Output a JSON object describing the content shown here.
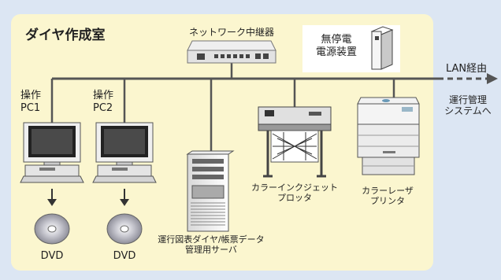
{
  "room": {
    "title": "ダイヤ作成室"
  },
  "hub": {
    "label": "ネットワーク中継器"
  },
  "ups": {
    "label_line1": "無停電",
    "label_line2": "電源装置"
  },
  "lan": {
    "label": "LAN経由"
  },
  "remote": {
    "label_line1": "運行管理",
    "label_line2": "システムへ"
  },
  "pc1": {
    "label_line1": "操作",
    "label_line2": "PC1",
    "media": "DVD"
  },
  "pc2": {
    "label_line1": "操作",
    "label_line2": "PC2",
    "media": "DVD"
  },
  "server": {
    "label_line1": "運行図表ダイヤ/帳票データ",
    "label_line2": "管理用サーバ"
  },
  "plotter": {
    "label_line1": "カラーインクジェット",
    "label_line2": "プロッタ"
  },
  "laser": {
    "label_line1": "カラーレーザ",
    "label_line2": "プリンタ"
  },
  "colors": {
    "background": "#dce6f3",
    "room": "#fbf6cf",
    "line": "#555555"
  }
}
